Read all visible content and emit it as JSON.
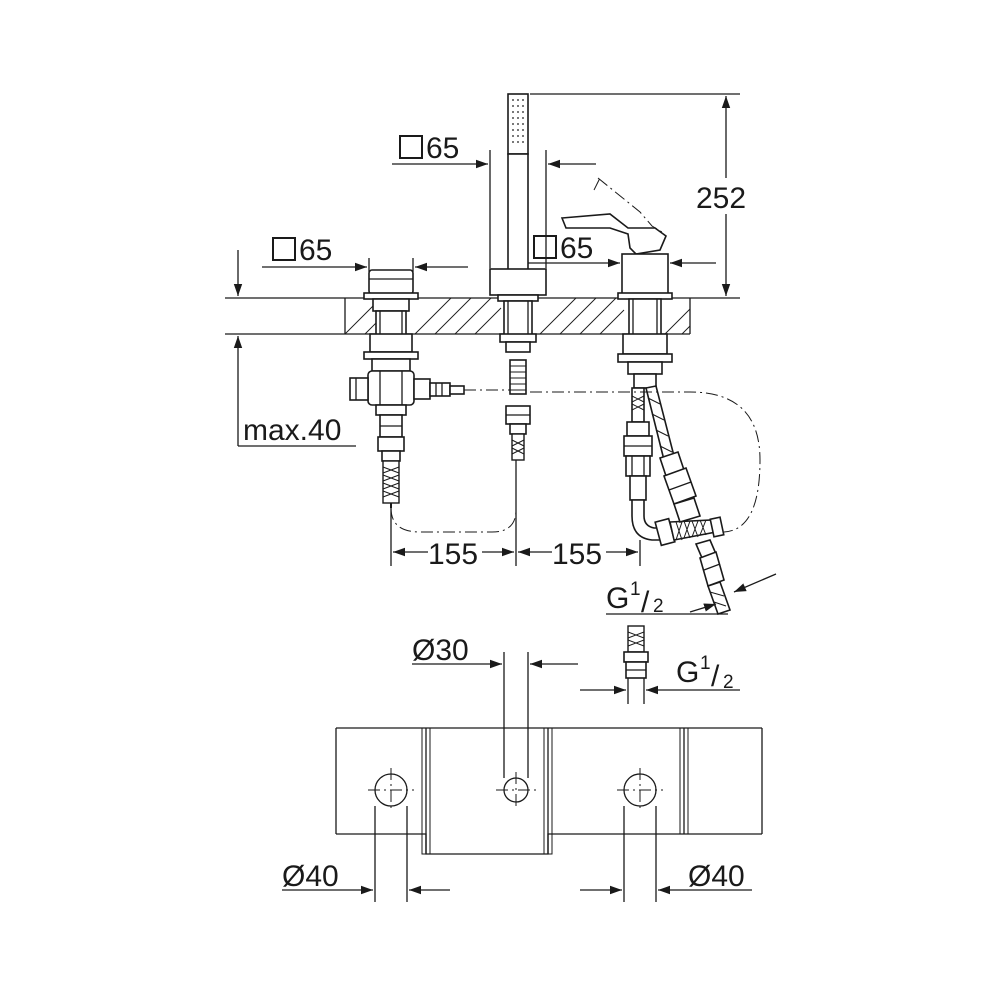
{
  "labels": {
    "square_left": "65",
    "square_top": "65",
    "square_right": "65",
    "height": "252",
    "max_depth": "max.40",
    "spacing_left": "155",
    "spacing_right": "155",
    "thread_upper": "G",
    "thread_lower": "G",
    "thread_fraction_num": "1",
    "thread_fraction_den": "2",
    "hole_center": "Ø30",
    "hole_left": "Ø40",
    "hole_right": "Ø40"
  }
}
